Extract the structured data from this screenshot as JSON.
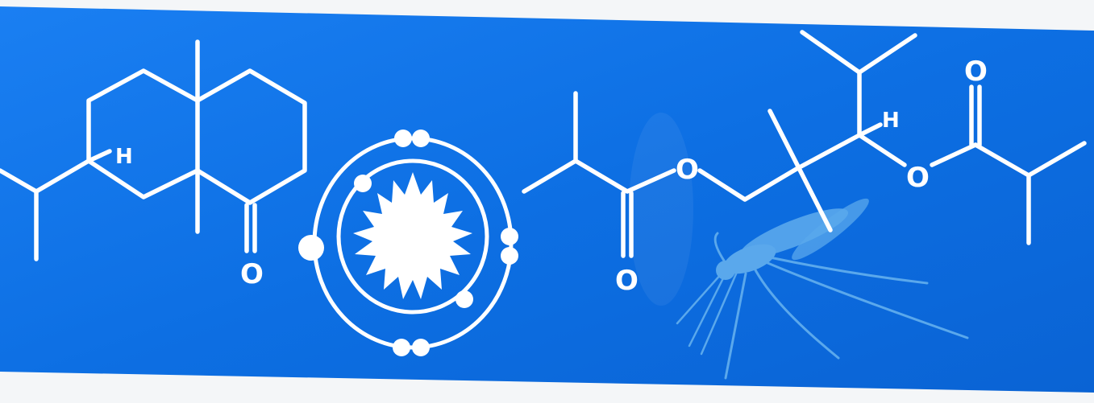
{
  "colors": {
    "banner": "#0d6fe3",
    "banner_light": "#1e86f5",
    "foreground": "#ffffff",
    "mosquito": "#5aa8ec",
    "page": "#f4f6f8"
  },
  "labels": {
    "h_left": "H",
    "o_ketone": "O",
    "o_ester_carbonyl": "O",
    "o_ester_ether": "O",
    "h_right": "H",
    "o_right_ether": "O",
    "o_right_carbonyl": "O"
  },
  "icons": [
    "orbit-sun-icon",
    "mosquito-icon"
  ]
}
